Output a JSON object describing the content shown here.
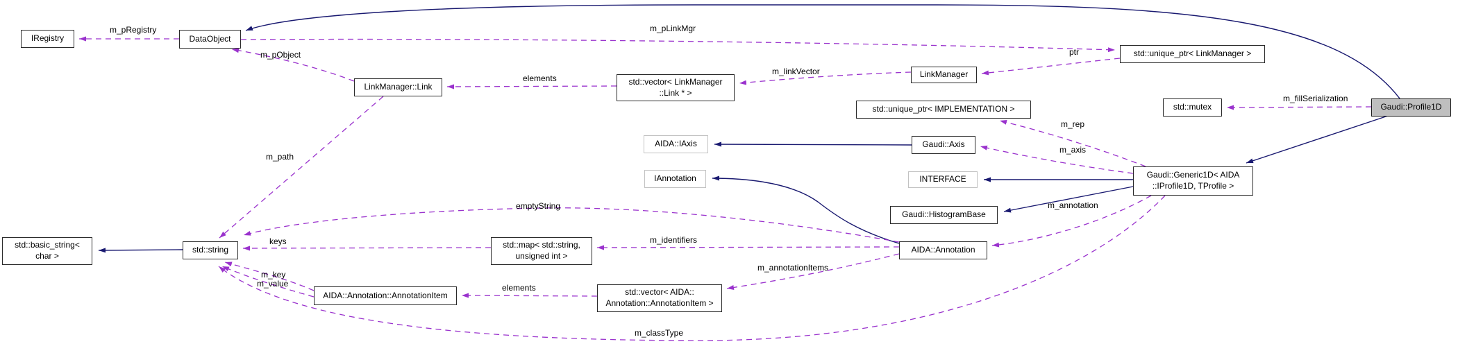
{
  "colors": {
    "inheritance_edge": "#191970",
    "usage_edge": "#9a32cd",
    "main_node_fill": "#bfbfbf",
    "node_border": "#2a2a2a",
    "template_node_border": "#c2c2c2"
  },
  "nodes": {
    "iregistry": {
      "label": "IRegistry"
    },
    "dataobject": {
      "label": "DataObject"
    },
    "link": {
      "label": "LinkManager::Link"
    },
    "vector_link": {
      "label": "std::vector< LinkManager\n::Link * >"
    },
    "linkmanager": {
      "label": "LinkManager"
    },
    "uptr_linkmanager": {
      "label": "std::unique_ptr< LinkManager >"
    },
    "mutex": {
      "label": "std::mutex"
    },
    "profile1d": {
      "label": "Gaudi::Profile1D"
    },
    "uptr_impl": {
      "label": "std::unique_ptr< IMPLEMENTATION >"
    },
    "iaxis": {
      "label": "AIDA::IAxis"
    },
    "axis": {
      "label": "Gaudi::Axis"
    },
    "interface": {
      "label": "INTERFACE"
    },
    "iannotation": {
      "label": "IAnnotation"
    },
    "histogrambase": {
      "label": "Gaudi::HistogramBase"
    },
    "generic1d": {
      "label": "Gaudi::Generic1D< AIDA\n::IProfile1D, TProfile >"
    },
    "annotation": {
      "label": "AIDA::Annotation"
    },
    "basic_string": {
      "label": "std::basic_string<\nchar >"
    },
    "string": {
      "label": "std::string"
    },
    "map": {
      "label": "std::map< std::string,\nunsigned int >"
    },
    "annotationitem": {
      "label": "AIDA::Annotation::AnnotationItem"
    },
    "vector_annotationitem": {
      "label": "std::vector< AIDA::\nAnnotation::AnnotationItem >"
    }
  },
  "edges": [
    {
      "from": "DataObject",
      "to": "IRegistry",
      "label": "m_pRegistry",
      "style": "dashed"
    },
    {
      "from": "DataObject",
      "to": "std::unique_ptr< LinkManager >",
      "label": "m_pLinkMgr",
      "style": "dashed"
    },
    {
      "from": "std::unique_ptr< LinkManager >",
      "to": "LinkManager",
      "label": "ptr",
      "style": "dashed"
    },
    {
      "from": "LinkManager",
      "to": "std::vector< LinkManager::Link * >",
      "label": "m_linkVector",
      "style": "dashed"
    },
    {
      "from": "std::vector< LinkManager::Link * >",
      "to": "LinkManager::Link",
      "label": "elements",
      "style": "dashed"
    },
    {
      "from": "LinkManager::Link",
      "to": "DataObject",
      "label": "m_pObject",
      "style": "dashed"
    },
    {
      "from": "LinkManager::Link",
      "to": "std::string",
      "label": "m_path",
      "style": "dashed"
    },
    {
      "from": "Gaudi::Profile1D",
      "to": "std::mutex",
      "label": "m_fillSerialization",
      "style": "dashed"
    },
    {
      "from": "Gaudi::Generic1D< AIDA::IProfile1D, TProfile >",
      "to": "std::unique_ptr< IMPLEMENTATION >",
      "label": "m_rep",
      "style": "dashed"
    },
    {
      "from": "Gaudi::Generic1D< AIDA::IProfile1D, TProfile >",
      "to": "Gaudi::Axis",
      "label": "m_axis",
      "style": "dashed"
    },
    {
      "from": "Gaudi::Generic1D< AIDA::IProfile1D, TProfile >",
      "to": "AIDA::Annotation",
      "label": "m_annotation",
      "style": "dashed"
    },
    {
      "from": "AIDA::Annotation",
      "to": "std::map< std::string, unsigned int >",
      "label": "m_identifiers",
      "style": "dashed"
    },
    {
      "from": "AIDA::Annotation",
      "to": "std::string",
      "label": "emptyString",
      "style": "dashed"
    },
    {
      "from": "AIDA::Annotation",
      "to": "std::vector< AIDA::Annotation::AnnotationItem >",
      "label": "m_annotationItems",
      "style": "dashed"
    },
    {
      "from": "std::vector< AIDA::Annotation::AnnotationItem >",
      "to": "AIDA::Annotation::AnnotationItem",
      "label": "elements",
      "style": "dashed"
    },
    {
      "from": "AIDA::Annotation::AnnotationItem",
      "to": "std::string",
      "label": "m_key",
      "style": "dashed"
    },
    {
      "from": "AIDA::Annotation::AnnotationItem",
      "to": "std::string",
      "label": "m_value",
      "style": "dashed"
    },
    {
      "from": "std::map< std::string, unsigned int >",
      "to": "std::string",
      "label": "keys",
      "style": "dashed"
    },
    {
      "from": "Gaudi::Generic1D< AIDA::IProfile1D, TProfile >",
      "to": "std::string",
      "label": "m_classType",
      "style": "dashed"
    },
    {
      "from": "Gaudi::Profile1D",
      "to": "DataObject",
      "label": "",
      "style": "solid"
    },
    {
      "from": "Gaudi::Profile1D",
      "to": "Gaudi::Generic1D< AIDA::IProfile1D, TProfile >",
      "label": "",
      "style": "solid"
    },
    {
      "from": "Gaudi::Generic1D< AIDA::IProfile1D, TProfile >",
      "to": "INTERFACE",
      "label": "",
      "style": "solid"
    },
    {
      "from": "Gaudi::Generic1D< AIDA::IProfile1D, TProfile >",
      "to": "Gaudi::HistogramBase",
      "label": "",
      "style": "solid"
    },
    {
      "from": "Gaudi::Axis",
      "to": "AIDA::IAxis",
      "label": "",
      "style": "solid"
    },
    {
      "from": "AIDA::Annotation",
      "to": "IAnnotation",
      "label": "",
      "style": "solid"
    },
    {
      "from": "std::string",
      "to": "std::basic_string< char >",
      "label": "",
      "style": "solid"
    }
  ]
}
